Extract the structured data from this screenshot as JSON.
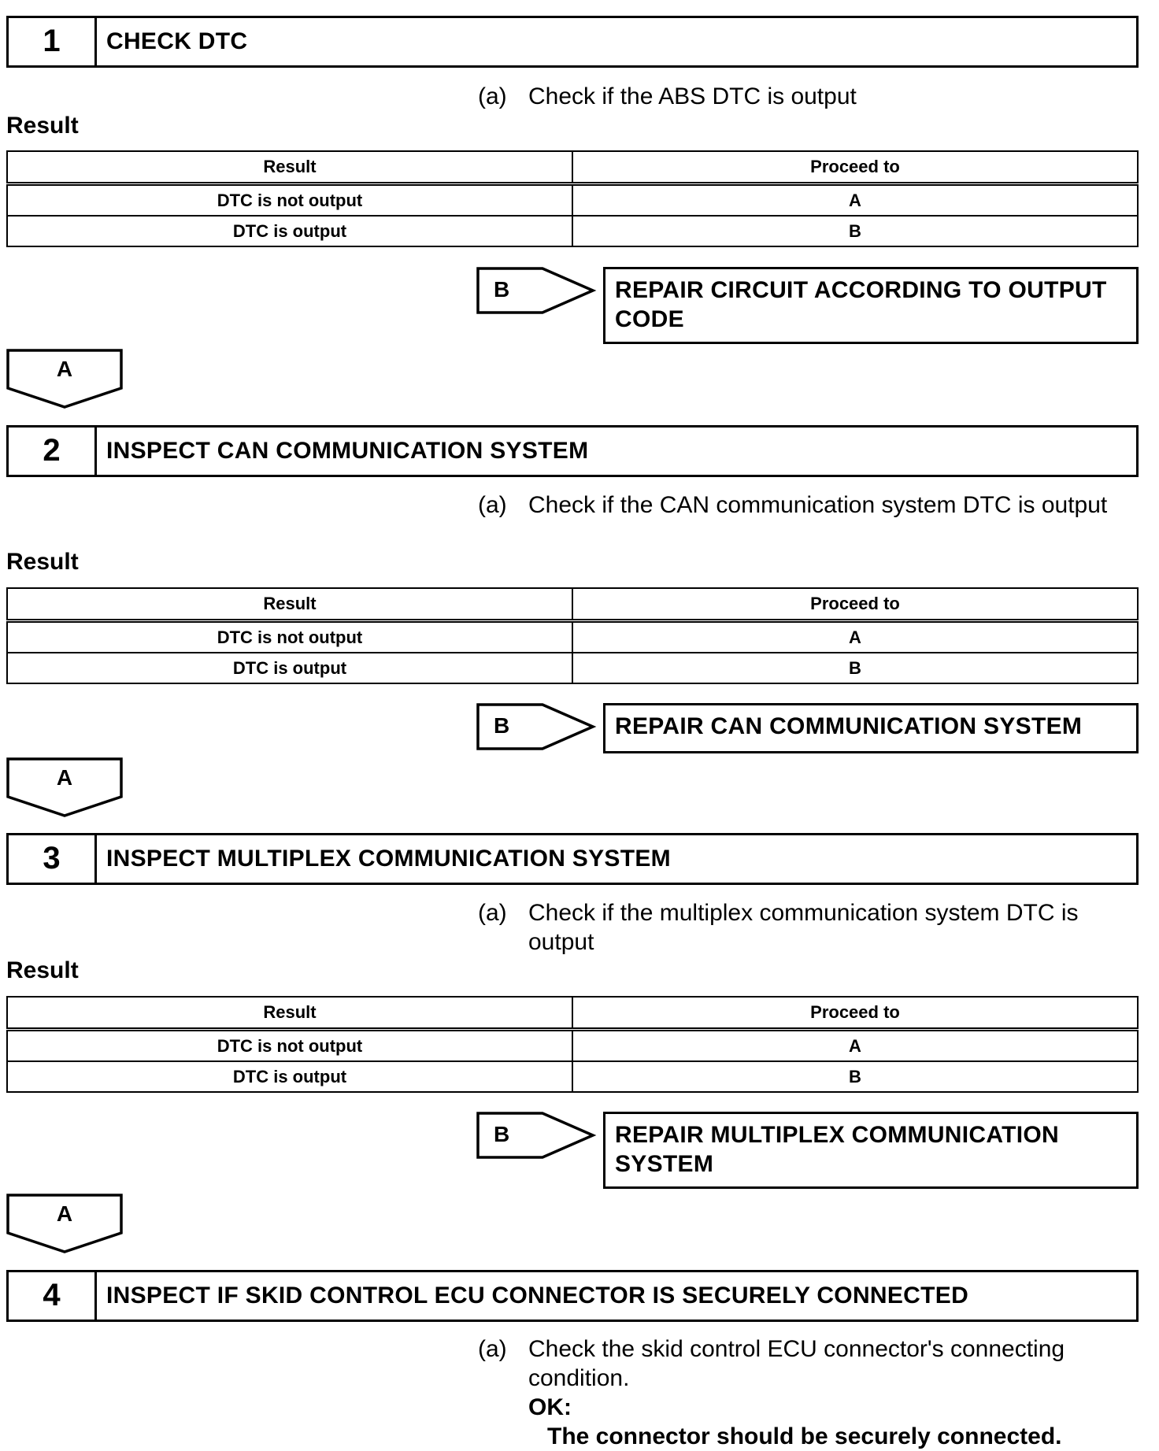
{
  "steps": [
    {
      "number": "1",
      "title": "CHECK DTC",
      "sub_label": "(a)",
      "sub_text": "Check if the ABS DTC is output",
      "result_heading": "Result",
      "table_headers": [
        "Result",
        "Proceed to"
      ],
      "rows": [
        [
          "DTC is not output",
          "A"
        ],
        [
          "DTC is output",
          "B"
        ]
      ],
      "branch_b_label": "B",
      "repair_text": "REPAIR CIRCUIT ACCORDING TO OUTPUT CODE",
      "branch_a_label": "A"
    },
    {
      "number": "2",
      "title": "INSPECT CAN COMMUNICATION SYSTEM",
      "sub_label": "(a)",
      "sub_text": "Check if the CAN communication system DTC is output",
      "result_heading": "Result",
      "table_headers": [
        "Result",
        "Proceed to"
      ],
      "rows": [
        [
          "DTC is not output",
          "A"
        ],
        [
          "DTC is output",
          "B"
        ]
      ],
      "branch_b_label": "B",
      "repair_text": "REPAIR CAN COMMUNICATION SYSTEM",
      "branch_a_label": "A"
    },
    {
      "number": "3",
      "title": "INSPECT MULTIPLEX COMMUNICATION SYSTEM",
      "sub_label": "(a)",
      "sub_text": "Check if the multiplex communication system DTC is output",
      "result_heading": "Result",
      "table_headers": [
        "Result",
        "Proceed to"
      ],
      "rows": [
        [
          "DTC is not output",
          "A"
        ],
        [
          "DTC is output",
          "B"
        ]
      ],
      "branch_b_label": "B",
      "repair_text": "REPAIR MULTIPLEX COMMUNICATION SYSTEM",
      "branch_a_label": "A"
    },
    {
      "number": "4",
      "title": "INSPECT IF SKID CONTROL ECU CONNECTOR IS SECURELY CONNECTED",
      "sub_label": "(a)",
      "sub_text": "Check the skid control ECU connector's connecting condition.",
      "ok_label": "OK:",
      "ok_text": "The connector should be securely connected."
    }
  ]
}
